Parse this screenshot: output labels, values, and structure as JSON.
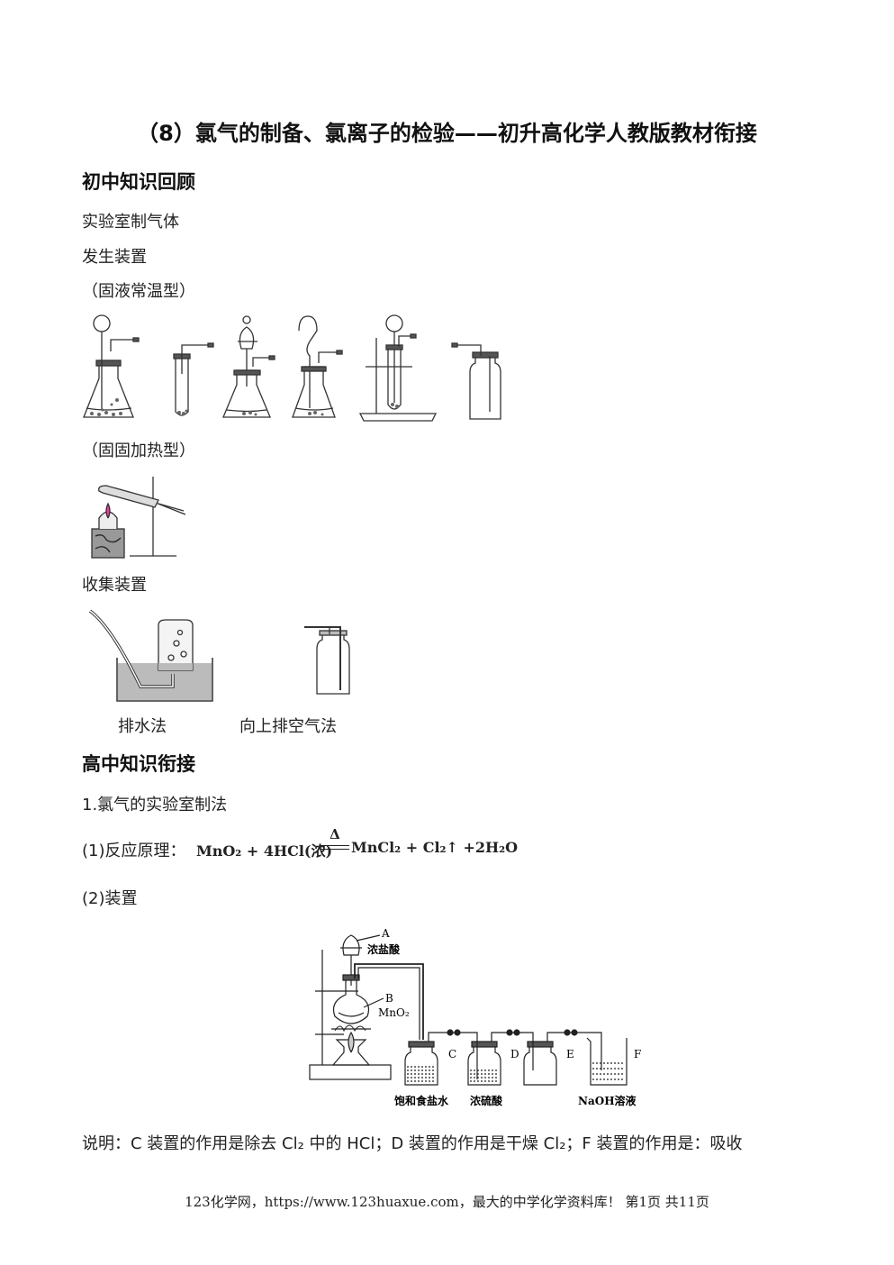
{
  "title": "（8）氯气的制备、氯离子的检验——初升高化学人教版教材衔接",
  "section1": {
    "heading": "初中知识回顾",
    "lab_gas": "实验室制气体",
    "generator": "发生装置",
    "type1": "（固液常温型）",
    "type2": "（固固加热型）",
    "collector": "收集装置",
    "collect_methods": [
      "排水法",
      "向上排空气法"
    ]
  },
  "section2": {
    "heading": "高中知识衔接",
    "item1": "1.氯气的实验室制法",
    "reaction_label": "(1)反应原理：",
    "equation": {
      "lhs": "MnO₂ + 4HCl(浓)",
      "condition": "Δ",
      "rhs": "MnCl₂ + Cl₂↑ +2H₂O"
    },
    "device_label": "(2)装置",
    "diagram": {
      "A": "A",
      "acid": "浓盐酸",
      "B": "B",
      "mno2": "MnO₂",
      "C": "C",
      "D": "D",
      "E": "E",
      "F": "F",
      "brine": "饱和食盐水",
      "h2so4": "浓硫酸",
      "naoh": "NaOH溶液"
    },
    "note": "说明：C 装置的作用是除去 Cl₂ 中的 HCl；D 装置的作用是干燥 Cl₂；F 装置的作用是：吸收"
  },
  "footer": "123化学网，https://www.123huaxue.com，最大的中学化学资料库！  第1页 共11页"
}
